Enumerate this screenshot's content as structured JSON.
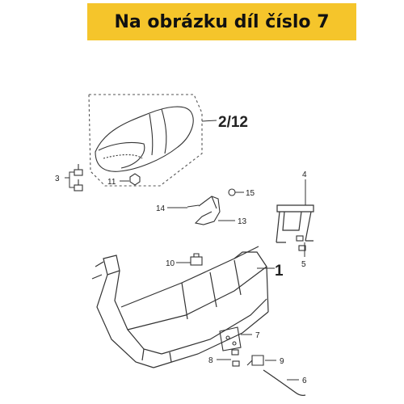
{
  "banner": {
    "text": "Na obrázku díl číslo 7"
  },
  "callouts": {
    "c1": "1",
    "c2_12": "2/12",
    "c3": "3",
    "c4": "4",
    "c5": "5",
    "c6": "6",
    "c7": "7",
    "c8": "8",
    "c9": "9",
    "c10": "10",
    "c11": "11",
    "c13": "13",
    "c14": "14",
    "c15": "15"
  },
  "colors": {
    "banner_bg": "#f5c52b",
    "line": "#333333",
    "text": "#222222"
  }
}
